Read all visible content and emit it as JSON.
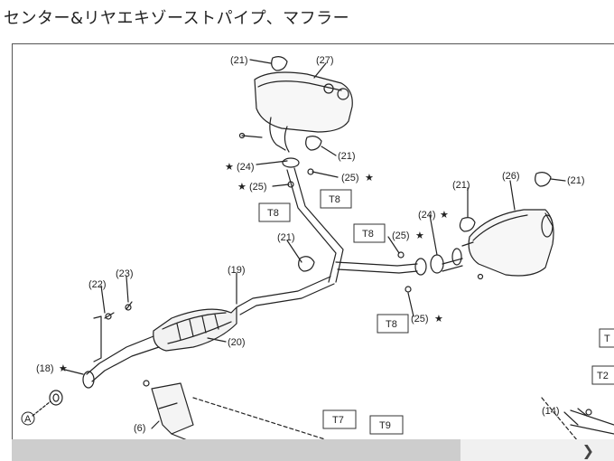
{
  "title": "センター&リヤエキゾーストパイプ、マフラー",
  "callouts": {
    "c21a": "(21)",
    "c27": "(27)",
    "c21b": "(21)",
    "c24a": "(24)",
    "c25a": "(25)",
    "c25b": "(25)",
    "c21c": "(21)",
    "c26": "(26)",
    "c21d": "(21)",
    "c24b": "(24)",
    "c25c": "(25)",
    "c21e": "(21)",
    "c19": "(19)",
    "c23": "(23)",
    "c22": "(22)",
    "c25d": "(25)",
    "c20": "(20)",
    "c18": "(18)",
    "cA": "A",
    "c6": "(6)",
    "c14": "(14)"
  },
  "torque": {
    "t8a": "T8",
    "t8b": "T8",
    "t8c": "T8",
    "t8d": "T8",
    "t7": "T7",
    "t9": "T9",
    "t1": "T",
    "t2": "T2"
  },
  "star": "★",
  "scroll": {
    "next_icon": "chevron-right-icon"
  }
}
